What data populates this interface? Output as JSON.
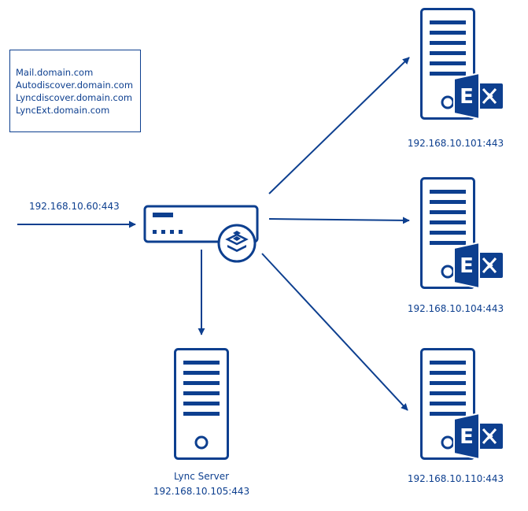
{
  "colors": {
    "primary": "#0d3f8f",
    "background": "#ffffff"
  },
  "hostnames": [
    "Mail.domain.com",
    "Autodiscover.domain.com",
    "Lyncdiscover.domain.com",
    "LyncExt.domain.com"
  ],
  "incoming_address": "192.168.10.60:443",
  "load_balancer": {
    "icon": "load-balancer-icon"
  },
  "exchange_servers": [
    {
      "address": "192.168.10.101:443",
      "icon": "exchange-server-icon"
    },
    {
      "address": "192.168.10.104:443",
      "icon": "exchange-server-icon"
    },
    {
      "address": "192.168.10.110:443",
      "icon": "exchange-server-icon"
    }
  ],
  "lync_server": {
    "name": "Lync Server",
    "address": "192.168.10.105:443",
    "icon": "server-icon"
  }
}
